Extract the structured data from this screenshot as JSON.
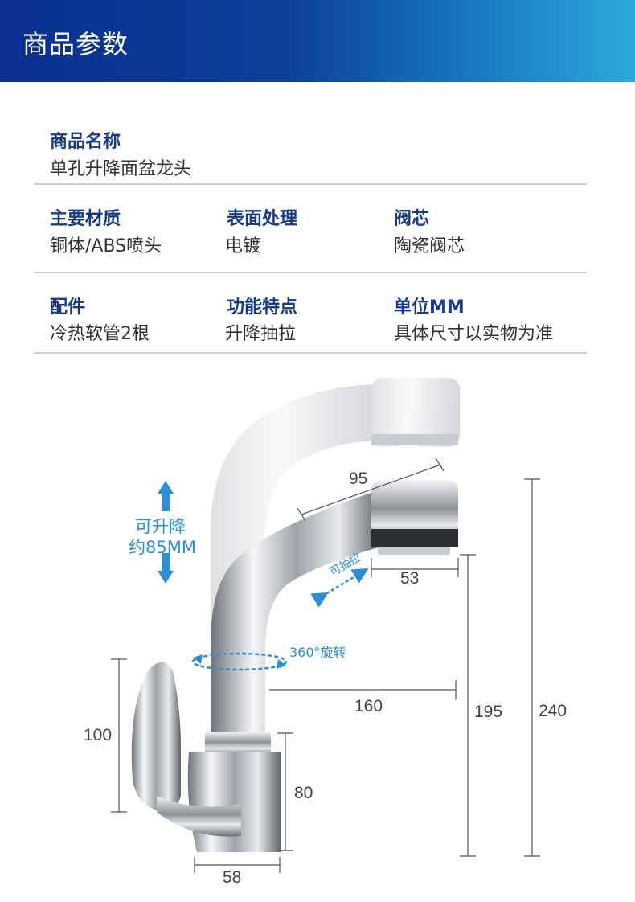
{
  "header": {
    "title": "商品参数"
  },
  "specs": {
    "name": {
      "label": "商品名称",
      "value": "单孔升降面盆龙头"
    },
    "material": {
      "label": "主要材质",
      "value": "铜体/ABS喷头"
    },
    "surface": {
      "label": "表面处理",
      "value": "电镀"
    },
    "valve": {
      "label": "阀芯",
      "value": "陶瓷阀芯"
    },
    "accessories": {
      "label": "配件",
      "value": "冷热软管2根"
    },
    "features": {
      "label": "功能特点",
      "value": "升降抽拉"
    },
    "unit": {
      "label": "单位MM",
      "value": "具体尺寸以实物为准"
    }
  },
  "diagram": {
    "lift_line1": "可升降",
    "lift_line2": "约85MM",
    "pullout": "可抽拉",
    "rotation": "360°旋转",
    "dimensions": {
      "spout_length": "95",
      "head_width": "53",
      "reach": "160",
      "height_low": "195",
      "height_high": "240",
      "handle_height": "100",
      "base_height": "80",
      "base_width": "58"
    }
  },
  "colors": {
    "banner_start": "#0a2f8f",
    "banner_end": "#2ea8dc",
    "label": "#163a8c",
    "accent": "#2a8fd7"
  }
}
